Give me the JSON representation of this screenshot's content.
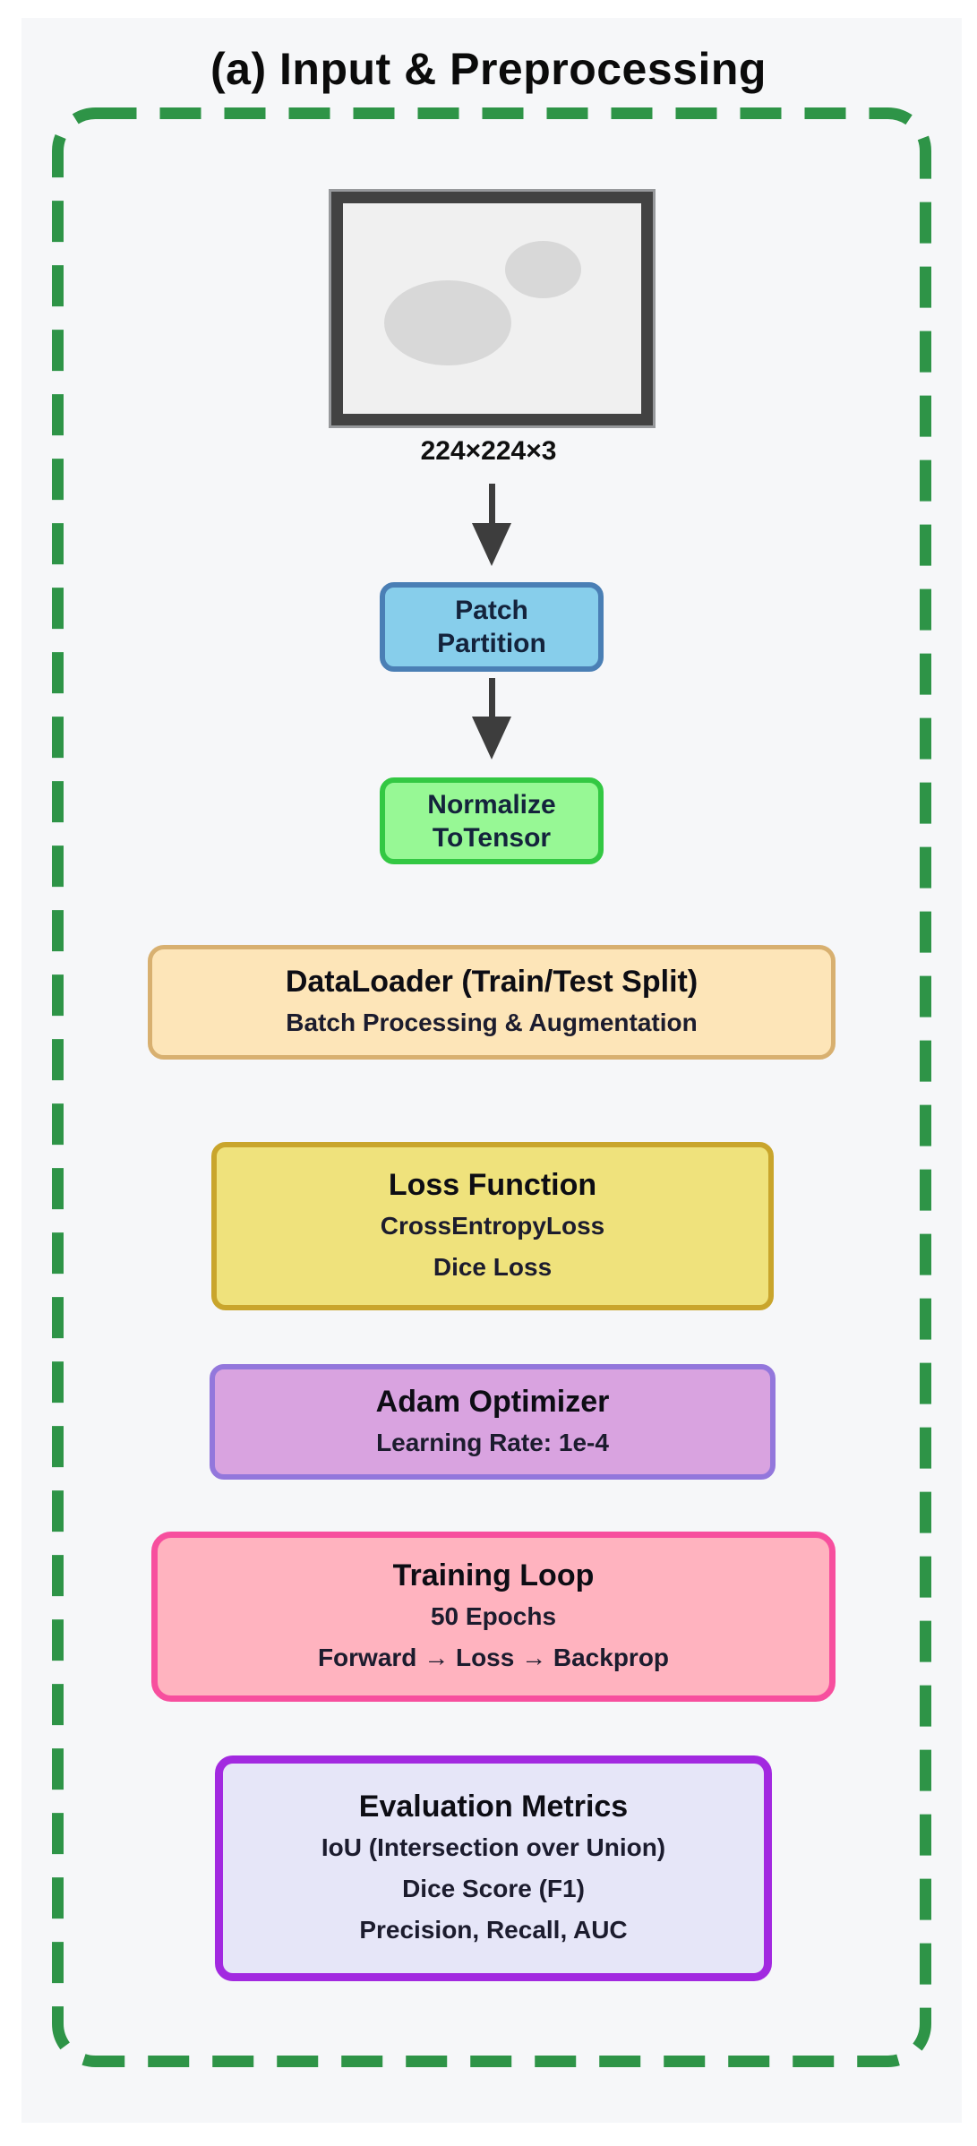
{
  "title": "(a) Input & Preprocessing",
  "colors": {
    "page_bg": "#ffffff",
    "panel_bg": "#f6f7f9",
    "dashed_border": "#2e9447",
    "arrow": "#3d3d3d",
    "image_frame_border": "#424242",
    "image_frame_bg": "#f0f0f0",
    "image_blob": "#d8d8d8"
  },
  "input_image": {
    "label": "224×224×3"
  },
  "nodes": {
    "patch": {
      "line1": "Patch",
      "line2": "Partition",
      "fill": "#87ceeb",
      "border": "#4a7fb5"
    },
    "normalize": {
      "line1": "Normalize",
      "line2": "ToTensor",
      "fill": "#97f895",
      "border": "#33c843"
    },
    "dataloader": {
      "title": "DataLoader (Train/Test Split)",
      "lines": [
        "Batch Processing & Augmentation"
      ],
      "fill": "#fde5b8",
      "border": "#d8b070"
    },
    "loss": {
      "title": "Loss Function",
      "lines": [
        "CrossEntropyLoss",
        "Dice Loss"
      ],
      "fill": "#efe27c",
      "border": "#c9a52c"
    },
    "adam": {
      "title": "Adam Optimizer",
      "lines": [
        "Learning Rate: 1e-4"
      ],
      "fill": "#d9a3e0",
      "border": "#9377dc"
    },
    "training": {
      "title": "Training Loop",
      "lines": [
        "50 Epochs",
        "Forward → Loss → Backprop"
      ],
      "fill": "#ffb3bf",
      "border": "#f74f9e"
    },
    "evaluation": {
      "title": "Evaluation Metrics",
      "lines": [
        "IoU (Intersection over Union)",
        "Dice Score (F1)",
        "Precision, Recall, AUC"
      ],
      "fill": "#e6e6f8",
      "border": "#a229e0"
    }
  }
}
